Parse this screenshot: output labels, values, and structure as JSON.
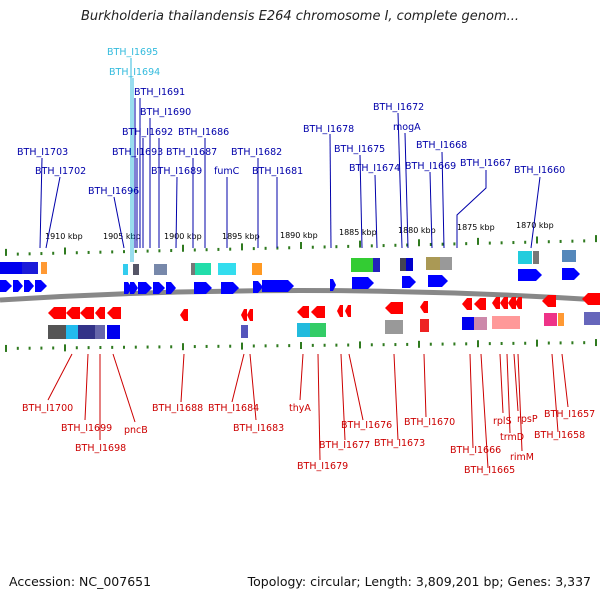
{
  "title": "Burkholderia thailandensis E264 chromosome I, complete genom...",
  "footer": {
    "accession": "Accession: NC_007651",
    "summary": "Topology: circular; Length: 3,809,201 bp; Genes: 3,337"
  },
  "ruler_labels": [
    "1910 kbp",
    "1905 kbp",
    "1900 kbp",
    "1895 kbp",
    "1890 kbp",
    "1885 kbp",
    "1880 kbp",
    "1875 kbp",
    "1870 kbp"
  ],
  "colors": {
    "forward_gene": "#0000ff",
    "reverse_gene": "#ff0000",
    "forward_label": "#0000aa",
    "reverse_label": "#cc0000",
    "highlight_label": "#33bbdd",
    "backbone": "#888888",
    "tick": "#2f7a1f"
  },
  "top_labels": [
    "BTH_I1695",
    "BTH_I1694",
    "BTH_I1691",
    "BTH_I1690",
    "BTH_I1692",
    "BTH_I1686",
    "BTH_I1703",
    "BTH_I1693",
    "BTH_I1687",
    "BTH_I1682",
    "BTH_I1678",
    "BTH_I1672",
    "mogA",
    "BTH_I1675",
    "BTH_I1668",
    "BTH_I1702",
    "BTH_I1689",
    "fumC",
    "BTH_I1681",
    "BTH_I1674",
    "BTH_I1669",
    "BTH_I1667",
    "BTH_I1660",
    "BTH_I1696"
  ],
  "bottom_labels": [
    "BTH_I1700",
    "BTH_I1688",
    "BTH_I1684",
    "thyA",
    "BTH_I1676",
    "BTH_I1670",
    "rplS",
    "rpsP",
    "BTH_I1657",
    "BTH_I1699",
    "pncB",
    "BTH_I1683",
    "BTH_I1677",
    "BTH_I1673",
    "trmD",
    "BTH_I1658",
    "BTH_I1698",
    "BTH_I1679",
    "BTH_I1666",
    "rimM",
    "BTH_I1665"
  ]
}
